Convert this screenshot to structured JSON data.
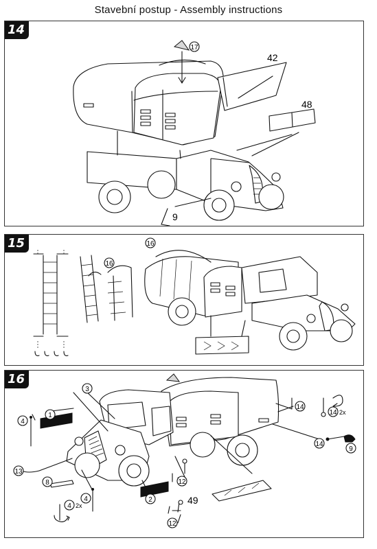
{
  "page": {
    "title": "Stavební postup - Assembly instructions"
  },
  "steps": [
    {
      "number": "14",
      "callouts": [
        "17",
        "42",
        "48",
        "9"
      ]
    },
    {
      "number": "15",
      "callouts": [
        "16",
        "16"
      ]
    },
    {
      "number": "16",
      "callouts": [
        "1",
        "2",
        "3",
        "4",
        "4",
        "4",
        "8",
        "9",
        "12",
        "12",
        "13",
        "14",
        "14",
        "14",
        "49"
      ],
      "note": "2x"
    }
  ],
  "colors": {
    "ink": "#111111",
    "paper": "#ffffff",
    "decal": "#111111"
  }
}
